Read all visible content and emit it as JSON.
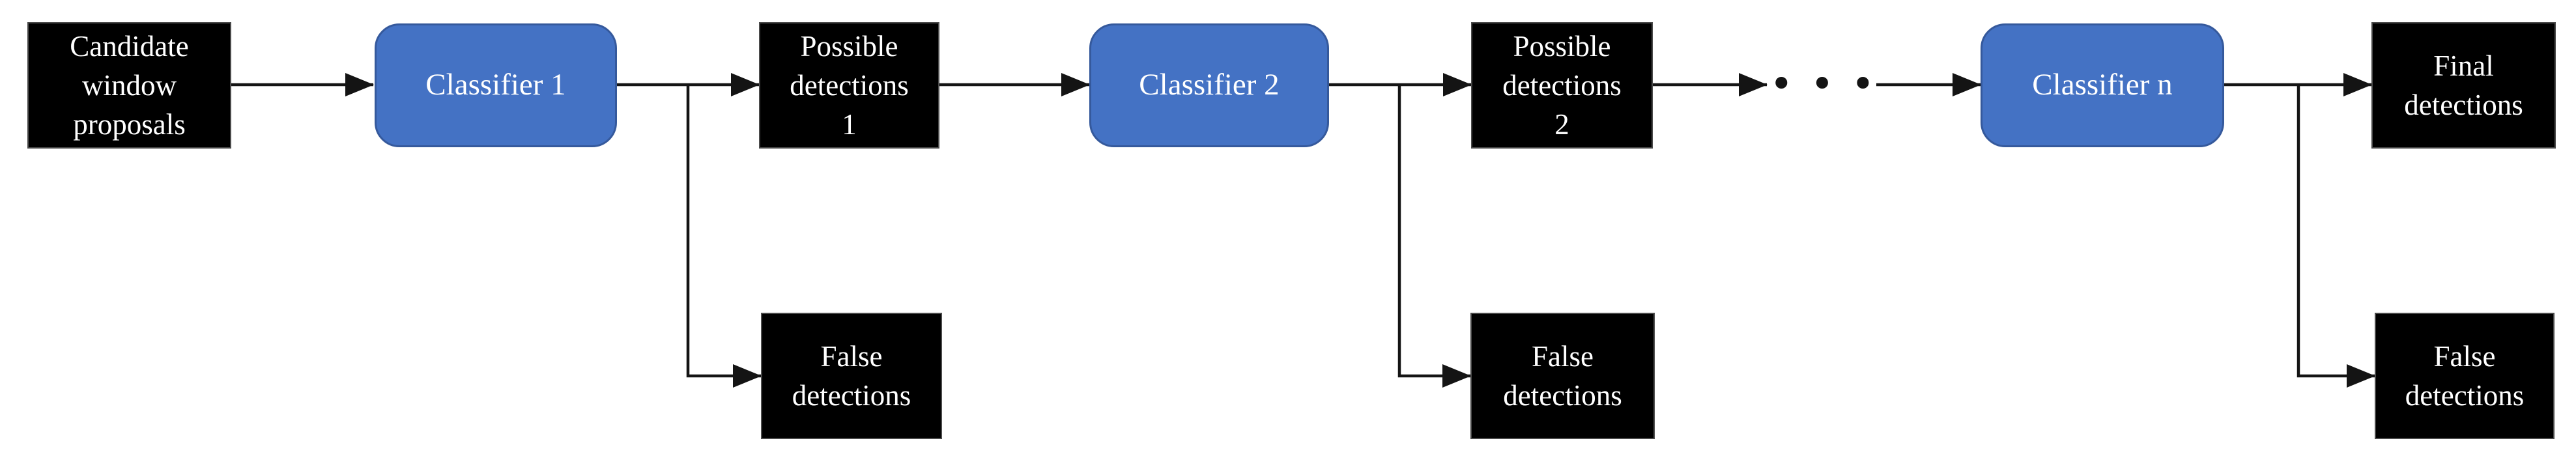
{
  "diagram": {
    "type": "flowchart",
    "description": "Cascade of classifiers filtering candidate window proposals into final and false detections",
    "nodes": {
      "candidate": {
        "label": "Candidate\nwindow\nproposals",
        "kind": "data"
      },
      "classifier1": {
        "label": "Classifier 1",
        "kind": "classifier"
      },
      "possible1": {
        "label": "Possible\ndetections\n1",
        "kind": "data"
      },
      "classifier2": {
        "label": "Classifier 2",
        "kind": "classifier"
      },
      "possible2": {
        "label": "Possible\ndetections\n2",
        "kind": "data"
      },
      "classifiern": {
        "label": "Classifier n",
        "kind": "classifier"
      },
      "final": {
        "label": "Final\ndetections",
        "kind": "data"
      },
      "false1": {
        "label": "False\ndetections",
        "kind": "data"
      },
      "false2": {
        "label": "False\ndetections",
        "kind": "data"
      },
      "false3": {
        "label": "False\ndetections",
        "kind": "data"
      }
    },
    "ellipsis": "•••",
    "edges": [
      {
        "from": "candidate",
        "to": "classifier1"
      },
      {
        "from": "classifier1",
        "to": "possible1"
      },
      {
        "from": "classifier1",
        "to": "false1"
      },
      {
        "from": "possible1",
        "to": "classifier2"
      },
      {
        "from": "classifier2",
        "to": "possible2"
      },
      {
        "from": "classifier2",
        "to": "false2"
      },
      {
        "from": "possible2",
        "to": "ellipsis"
      },
      {
        "from": "ellipsis",
        "to": "classifiern"
      },
      {
        "from": "classifiern",
        "to": "final"
      },
      {
        "from": "classifiern",
        "to": "false3"
      }
    ],
    "colors": {
      "background": "#ffffff",
      "data_node_fill": "#000000",
      "data_node_border": "#4a4a4a",
      "data_node_text": "#ffffff",
      "classifier_fill": "#4472C4",
      "classifier_border": "#35599C",
      "classifier_text": "#ffffff",
      "connector": "#141414"
    }
  }
}
